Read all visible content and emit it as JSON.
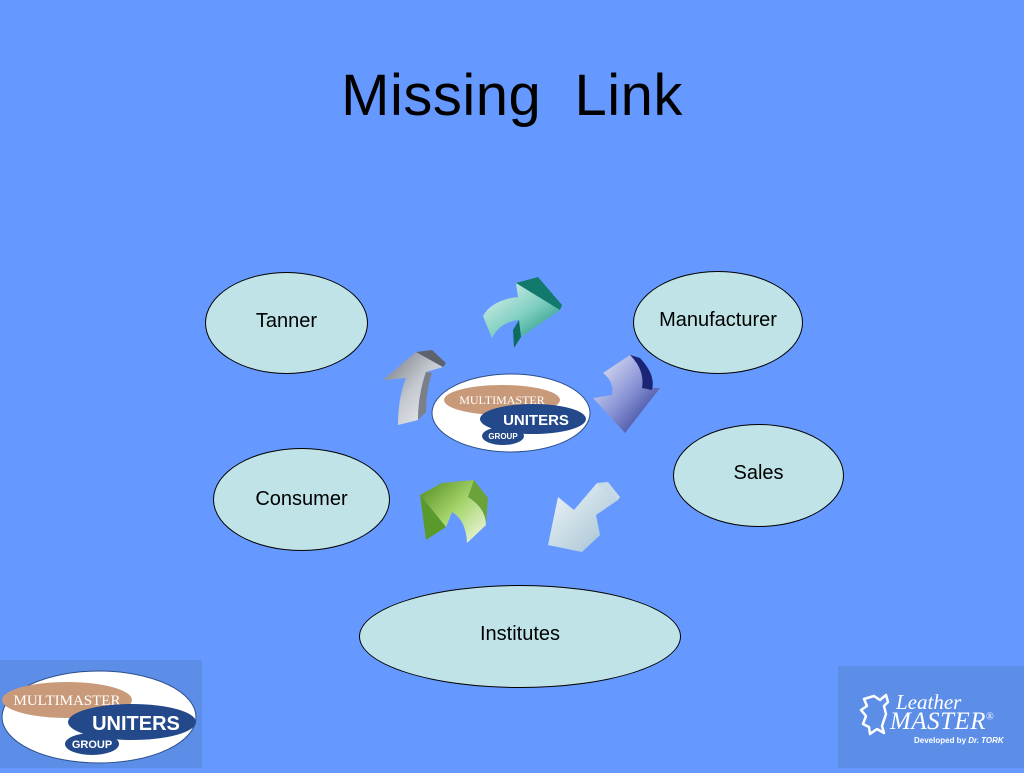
{
  "slide": {
    "title": "Missing  Link",
    "background_color": "#6699ff"
  },
  "nodes": {
    "tanner": "Tanner",
    "manufacturer": "Manufacturer",
    "sales": "Sales",
    "consumer": "Consumer",
    "institutes": "Institutes"
  },
  "node_fill_color": "#bfe3e6",
  "center_logo": {
    "line1": "MULTIMASTER",
    "line2": "UNITERS",
    "line3": "GROUP"
  },
  "corner_logo": {
    "line1": "MULTIMASTER",
    "line2": "UNITERS",
    "line3": "GROUP"
  },
  "leather_master": {
    "word1": "Leather",
    "word2": "MASTER",
    "registered": "®",
    "tagline_prefix": "Developed by",
    "tagline_name": "Dr. TORK"
  },
  "arrows": [
    {
      "name": "teal-arrow",
      "color": "#1a9a8a"
    },
    {
      "name": "navy-arrow",
      "color": "#283593"
    },
    {
      "name": "pale-blue-arrow",
      "color": "#a9c7d6"
    },
    {
      "name": "green-arrow",
      "color": "#7cb342"
    },
    {
      "name": "gray-arrow",
      "color": "#8a8f99"
    }
  ]
}
